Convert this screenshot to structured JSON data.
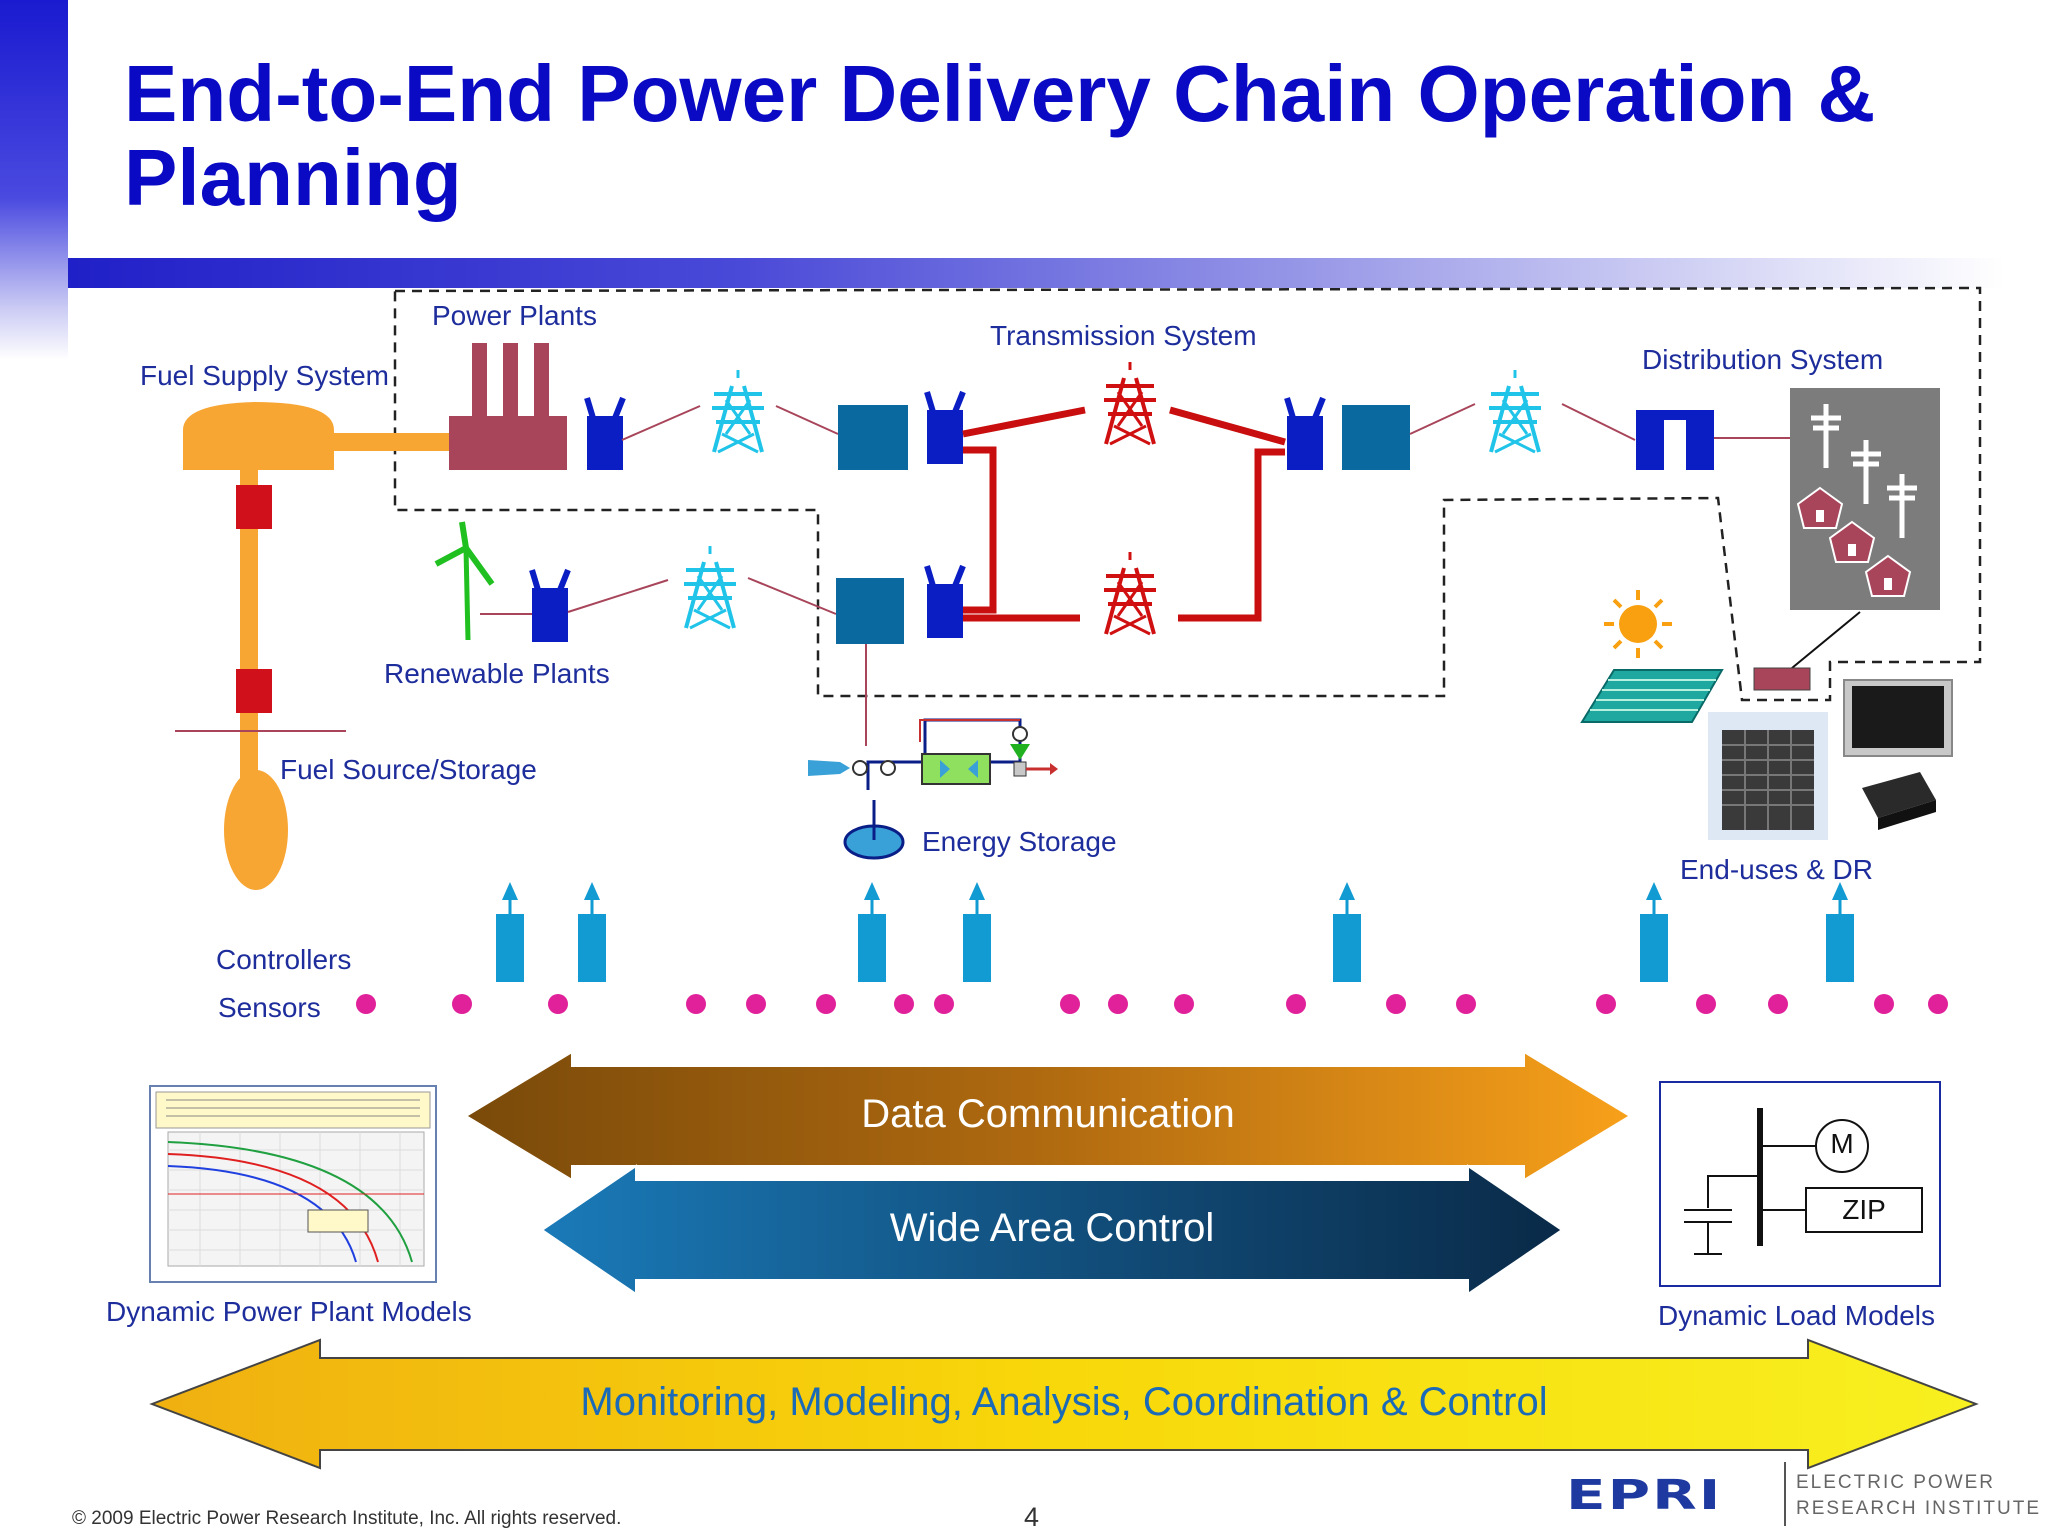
{
  "slide": {
    "title": "End-to-End Power Delivery Chain Operation & Planning",
    "footer": "© 2009 Electric Power Research Institute, Inc. All rights reserved.",
    "page_number": "4"
  },
  "labels": {
    "power_plants": "Power Plants",
    "transmission_system": "Transmission System",
    "distribution_system": "Distribution System",
    "fuel_supply_system": "Fuel Supply System",
    "renewable_plants": "Renewable Plants",
    "fuel_source_storage": "Fuel Source/Storage",
    "energy_storage": "Energy Storage",
    "end_uses_dr": "End-uses & DR",
    "controllers": "Controllers",
    "sensors": "Sensors",
    "dynamic_power_plant_models": "Dynamic Power Plant Models",
    "dynamic_load_models": "Dynamic Load Models"
  },
  "arrows": {
    "data_communication": "Data Communication",
    "wide_area_control": "Wide Area Control",
    "monitoring": "Monitoring, Modeling, Analysis, Coordination & Control"
  },
  "load_model": {
    "motor": "M",
    "zip": "ZIP"
  },
  "logo": {
    "mark": "EPRI",
    "line1": "ELECTRIC POWER",
    "line2": "RESEARCH INSTITUTE"
  },
  "colors": {
    "title": "#0a0ac4",
    "label": "#1e2d9c",
    "fuel": "#f7a533",
    "plant": "#a8455a",
    "transformer": "#0a1ec4",
    "substation": "#0a6aa0",
    "tower_cyan": "#20c4e8",
    "tower_red": "#d01010",
    "controller": "#129bd2",
    "sensor": "#e0219a"
  },
  "icons": [
    "factory-icon",
    "transformer-icon",
    "transmission-tower-icon",
    "substation-icon",
    "wind-turbine-icon",
    "sun-icon",
    "solar-panel-icon",
    "house-icon",
    "ac-unit-icon",
    "monitor-icon",
    "power-supply-icon",
    "pump-icon",
    "capacitor-icon"
  ]
}
